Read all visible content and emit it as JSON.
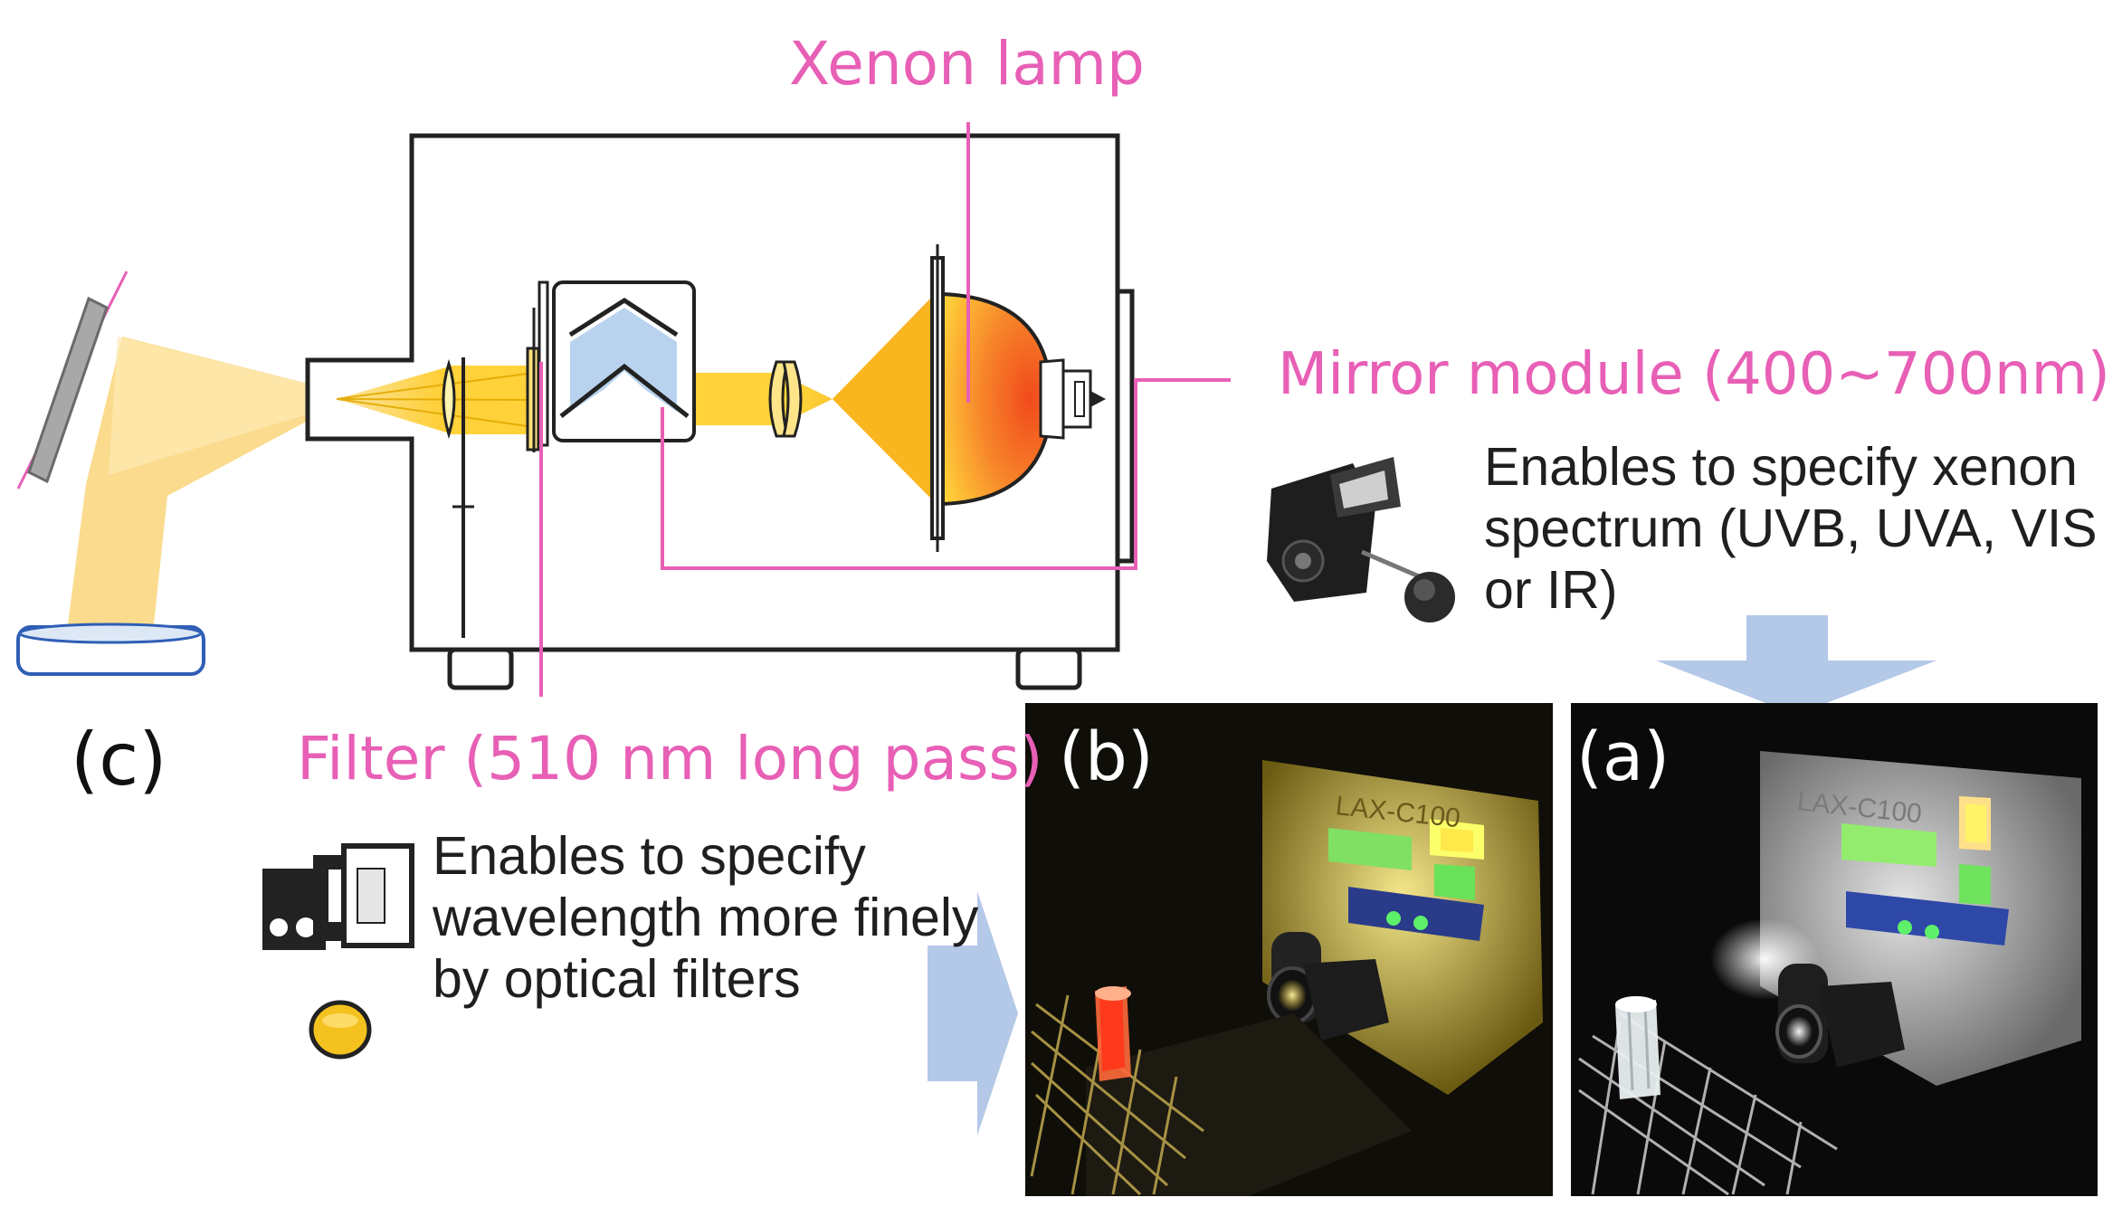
{
  "labels": {
    "xenon_lamp": "Xenon lamp",
    "mirror_module": "Mirror module (400~700nm)",
    "filter": "Filter (510 nm long pass)",
    "panel_c": "(c)",
    "panel_b": "(b)",
    "panel_a": "(a)"
  },
  "descriptions": {
    "mirror_module": "Enables to specify xenon spectrum (UVB, UVA, VIS or IR)",
    "filter": "Enables to specify wavelength more finely by optical filters"
  },
  "device_label": "LAX-C100",
  "colors": {
    "callout_pink": "#e85fb6",
    "beam_yellow": "#ffd23a",
    "beam_pale": "#fbdf8f",
    "lamp_orange": "#f47a1f",
    "arrow_blue": "#b4c8e8",
    "mirror_blue": "#b9d3ef",
    "photo_background": "#0b0b0b"
  },
  "icons": [
    "mirror-module-photo-icon",
    "optical-filter-slides-icon",
    "yellow-filter-disc-icon"
  ]
}
